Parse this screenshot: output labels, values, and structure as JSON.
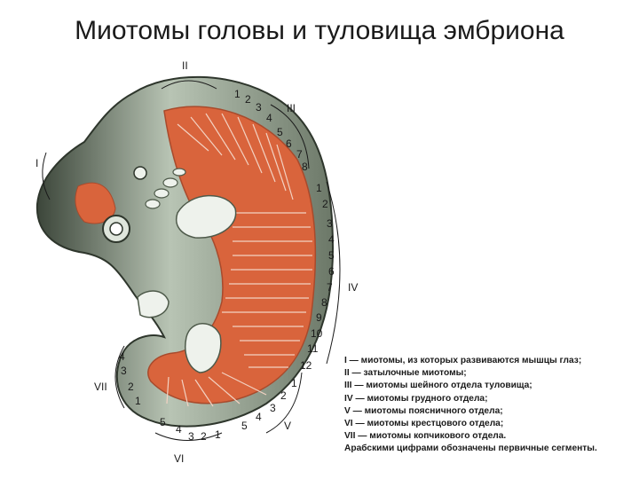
{
  "title": "Миотомы головы и туловища эмбриона",
  "group_labels": {
    "I": "I",
    "II": "II",
    "III": "III",
    "IV": "IV",
    "V": "V",
    "VI": "VI",
    "VII": "VII"
  },
  "segments": {
    "cervical": [
      "1",
      "2",
      "3",
      "4",
      "5",
      "6",
      "7",
      "8"
    ],
    "thoracic": [
      "1",
      "2",
      "3",
      "4",
      "5",
      "6",
      "7",
      "8",
      "9",
      "10",
      "11",
      "12"
    ],
    "lumbar": [
      "1",
      "2",
      "3",
      "4",
      "5"
    ],
    "sacral": [
      "5",
      "4",
      "3",
      "2",
      "1"
    ],
    "coccygeal": [
      "4",
      "3",
      "2",
      "1"
    ]
  },
  "legend": [
    "I — миотомы, из которых развиваются мышцы глаз;",
    "II — затылочные   миотомы;",
    "III — миотомы шейного отдела туловища;",
    "IV — миотомы грудного отдела;",
    "V — миотомы поясничного отдела;",
    "VI — миотомы   крестцового отдела;",
    "VII — миотомы копчикового отдела.",
    "Арабскими цифрами обозначены первичные сегменты."
  ],
  "colors": {
    "muscle": "#d9643c",
    "skin_dark": "#4e5a4a",
    "skin_light": "#e8efe6"
  }
}
